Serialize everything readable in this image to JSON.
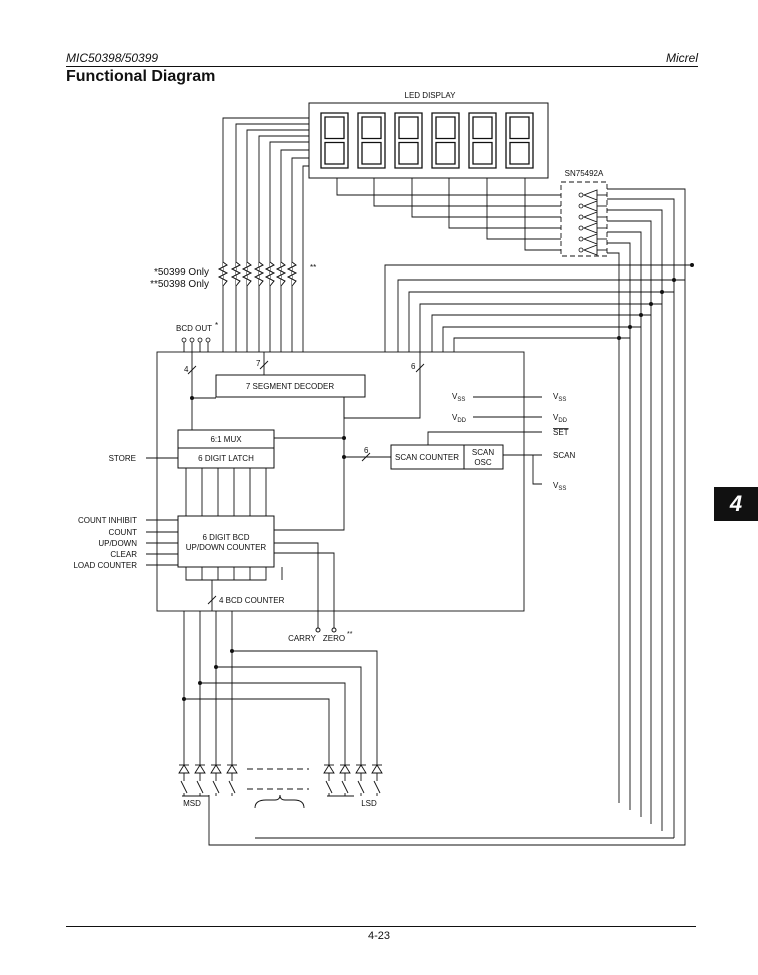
{
  "header": {
    "part_number": "MIC50398/50399",
    "company": "Micrel"
  },
  "title": "Functional Diagram",
  "section_tab": "4",
  "page_number": "4-23",
  "diagram": {
    "led_display": "LED DISPLAY",
    "driver_chip": "SN75492A",
    "note_50399": "*50399 Only",
    "note_50398": "**50398 Only",
    "double_asterisk": "**",
    "bcd_out": "BCD OUT",
    "bcd_out_star": "*",
    "seg_decoder": "7 SEGMENT DECODER",
    "mux": "6:1 MUX",
    "latch": "6 DIGIT LATCH",
    "bcd_counter_l1": "6 DIGIT BCD",
    "bcd_counter_l2": "UP/DOWN COUNTER",
    "scan_counter": "SCAN COUNTER",
    "scan_osc_l1": "SCAN",
    "scan_osc_l2": "OSC",
    "bus_7": "7",
    "bus_6a": "6",
    "bus_6b": "6",
    "bus_4": "4",
    "bus_4_bcd": "4 BCD COUNTER",
    "vss_in": "V",
    "vss_sub": "SS",
    "vdd_in": "V",
    "vdd_sub": "DD",
    "pin_vss": "V",
    "pin_vss_sub": "SS",
    "pin_vdd": "V",
    "pin_vdd_sub": "DD",
    "pin_set": "SET",
    "pin_scan": "SCAN",
    "pin_vss2": "V",
    "pin_vss2_sub": "SS",
    "pin_store": "STORE",
    "pin_count_inhibit": "COUNT INHIBIT",
    "pin_count": "COUNT",
    "pin_updown": "UP/DOWN",
    "pin_clear": "CLEAR",
    "pin_load_counter": "LOAD COUNTER",
    "pin_carry": "CARRY",
    "pin_zero": "ZERO",
    "zero_star": "**",
    "msd": "MSD",
    "lsd": "LSD"
  }
}
